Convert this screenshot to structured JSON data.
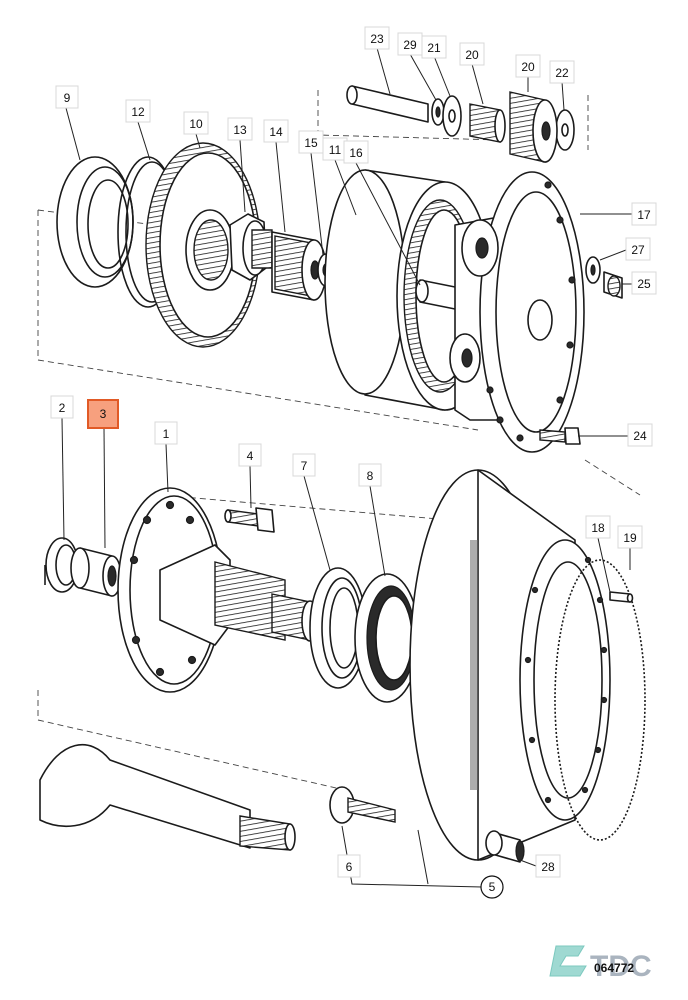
{
  "parts": [
    {
      "id": "c1",
      "label": "1",
      "highlight": false
    },
    {
      "id": "c2",
      "label": "2",
      "highlight": false
    },
    {
      "id": "c3",
      "label": "3",
      "highlight": true
    },
    {
      "id": "c4",
      "label": "4",
      "highlight": false
    },
    {
      "id": "c5",
      "label": "5",
      "highlight": false
    },
    {
      "id": "c6",
      "label": "6",
      "highlight": false
    },
    {
      "id": "c7",
      "label": "7",
      "highlight": false
    },
    {
      "id": "c8",
      "label": "8",
      "highlight": false
    },
    {
      "id": "c9",
      "label": "9",
      "highlight": false
    },
    {
      "id": "c10",
      "label": "10",
      "highlight": false
    },
    {
      "id": "c11",
      "label": "11",
      "highlight": false
    },
    {
      "id": "c12",
      "label": "12",
      "highlight": false
    },
    {
      "id": "c13",
      "label": "13",
      "highlight": false
    },
    {
      "id": "c14",
      "label": "14",
      "highlight": false
    },
    {
      "id": "c15",
      "label": "15",
      "highlight": false
    },
    {
      "id": "c16",
      "label": "16",
      "highlight": false
    },
    {
      "id": "c17",
      "label": "17",
      "highlight": false
    },
    {
      "id": "c18",
      "label": "18",
      "highlight": false
    },
    {
      "id": "c19",
      "label": "19",
      "highlight": false
    },
    {
      "id": "c20a",
      "label": "20",
      "highlight": false
    },
    {
      "id": "c20b",
      "label": "20",
      "highlight": false
    },
    {
      "id": "c21",
      "label": "21",
      "highlight": false
    },
    {
      "id": "c22",
      "label": "22",
      "highlight": false
    },
    {
      "id": "c23",
      "label": "23",
      "highlight": false
    },
    {
      "id": "c24",
      "label": "24",
      "highlight": false
    },
    {
      "id": "c25",
      "label": "25",
      "highlight": false
    },
    {
      "id": "c27",
      "label": "27",
      "highlight": false
    },
    {
      "id": "c28",
      "label": "28",
      "highlight": false
    },
    {
      "id": "c29",
      "label": "29",
      "highlight": false
    }
  ],
  "logo": {
    "text": "TDC"
  },
  "drawing_code": "064772",
  "colors": {
    "highlight_fill": "#f7a07e",
    "highlight_stroke": "#e15a26",
    "logo": "#aab4bf",
    "line": "#1b1b1b"
  }
}
